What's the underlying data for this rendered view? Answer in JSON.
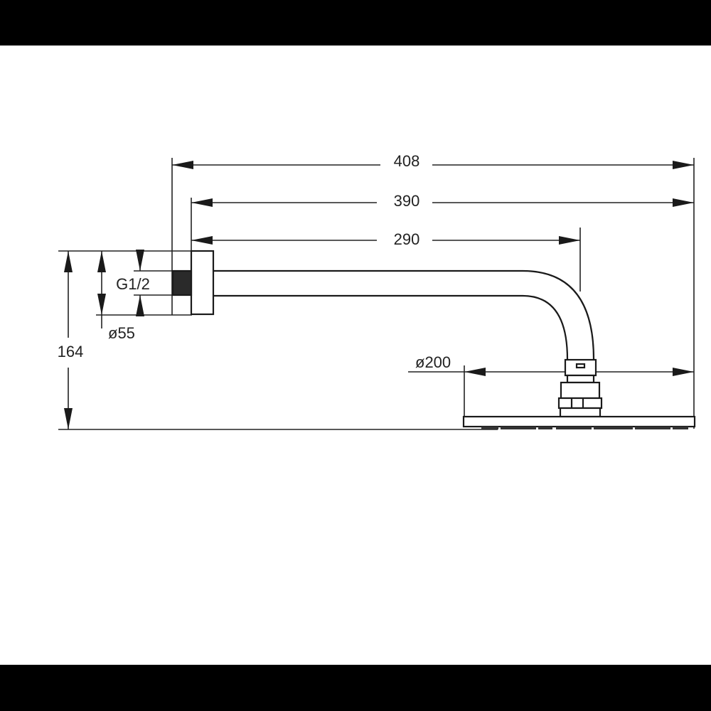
{
  "drawing": {
    "title": "Shower arm with rain shower head - dimensional drawing",
    "units": "mm",
    "line_color": "#222222",
    "background": "#ffffff",
    "frame_color": "#000000"
  },
  "dimensions": {
    "overall_length": {
      "label": "408",
      "value": 408
    },
    "arm_to_head_edge": {
      "label": "390",
      "value": 390
    },
    "arm_to_head_center": {
      "label": "290",
      "value": 290
    },
    "thread": {
      "label": "G1/2"
    },
    "flange_diameter": {
      "label": "ø55",
      "value": 55
    },
    "total_height": {
      "label": "164",
      "value": 164
    },
    "head_diameter": {
      "label": "ø200",
      "value": 200
    }
  }
}
